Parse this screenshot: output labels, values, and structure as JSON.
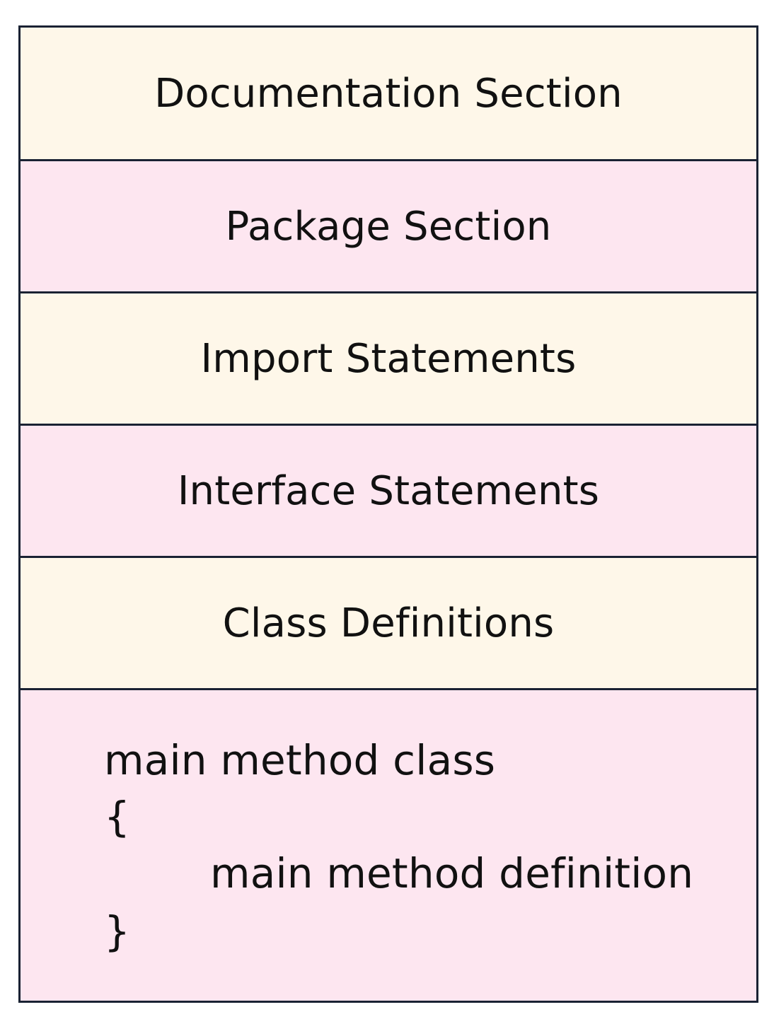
{
  "sections": [
    {
      "label": "Documentation Section",
      "color": "#fef7e9"
    },
    {
      "label": "Package Section",
      "color": "#fde6f0"
    },
    {
      "label": "Import Statements",
      "color": "#fef7e9"
    },
    {
      "label": "Interface Statements",
      "color": "#fde6f0"
    },
    {
      "label": "Class Definitions",
      "color": "#fef7e9"
    }
  ],
  "main_block": {
    "color": "#fde6f0",
    "lines": [
      "main method class",
      "{",
      "main method definition",
      "}"
    ]
  },
  "border_color": "#1a2233"
}
